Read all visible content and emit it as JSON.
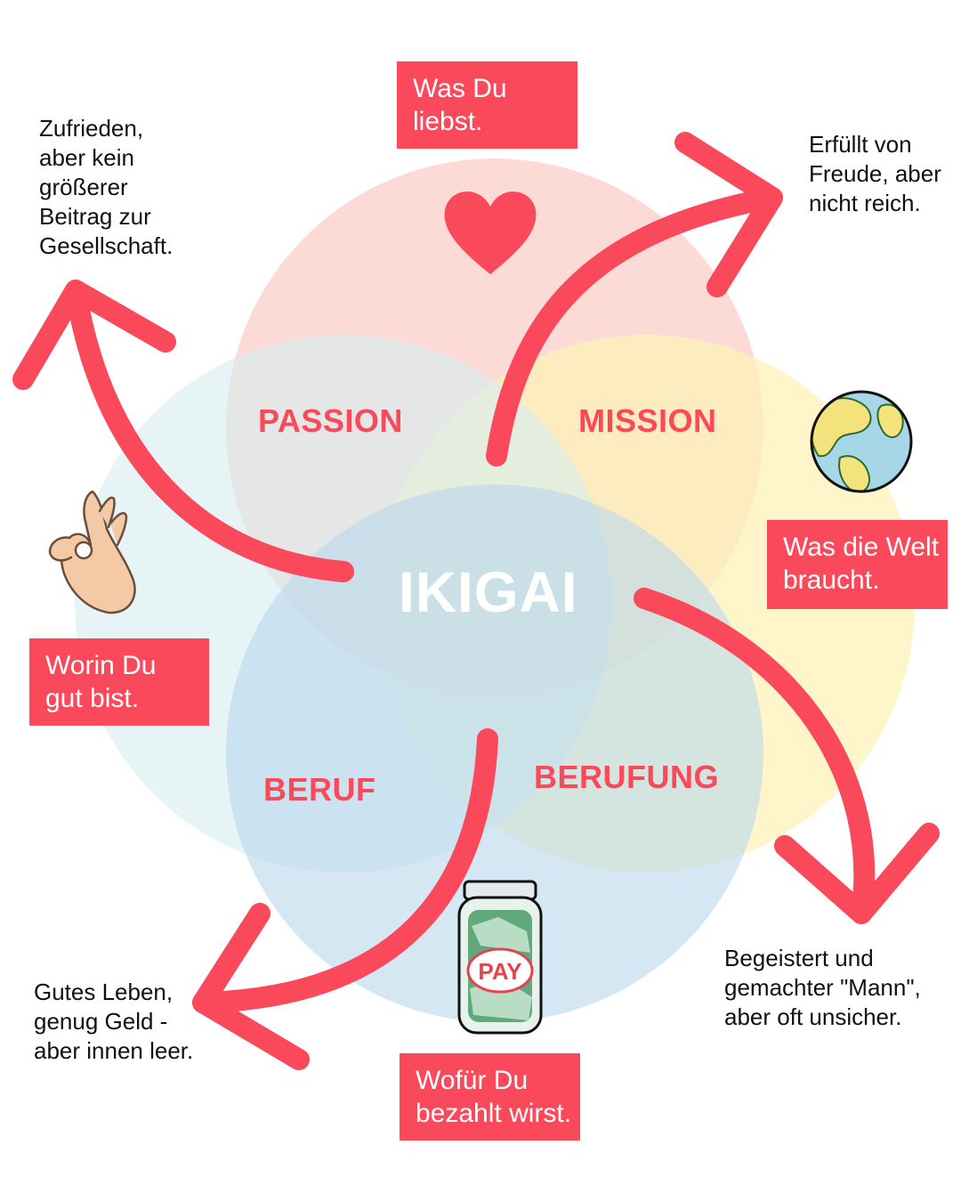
{
  "center_label": "IKIGAI",
  "zones": {
    "passion": "PASSION",
    "mission": "MISSION",
    "beruf": "BERUF",
    "berufung": "BERUFUNG"
  },
  "circle_labels": {
    "love": [
      "Was Du",
      "liebst."
    ],
    "world": [
      "Was die Welt",
      "braucht."
    ],
    "good": [
      "Worin Du",
      "gut bist."
    ],
    "paid": [
      "Wofür Du",
      "bezahlt wirst."
    ]
  },
  "outcomes": {
    "top_left": [
      "Zufrieden,",
      "aber  kein",
      "größerer",
      "Beitrag zur",
      "Gesellschaft."
    ],
    "top_right": [
      "Erfüllt von",
      "Freude, aber",
      "nicht reich."
    ],
    "bottom_right": [
      "Begeistert und",
      "gemachter \"Mann\",",
      "aber oft unsicher."
    ],
    "bottom_left": [
      "Gutes Leben,",
      "genug Geld -",
      "aber innen leer."
    ]
  },
  "jar_label": "PAY",
  "icons": {
    "love": "heart-icon",
    "world": "globe-icon",
    "good": "ok-hand-icon",
    "paid": "money-jar-icon"
  },
  "colors": {
    "accent": "#f9495b",
    "circle_love": "#fbd5cf",
    "circle_world": "#fdf4c4",
    "circle_good": "#e1f2f3",
    "circle_paid": "#c8e0ee"
  }
}
